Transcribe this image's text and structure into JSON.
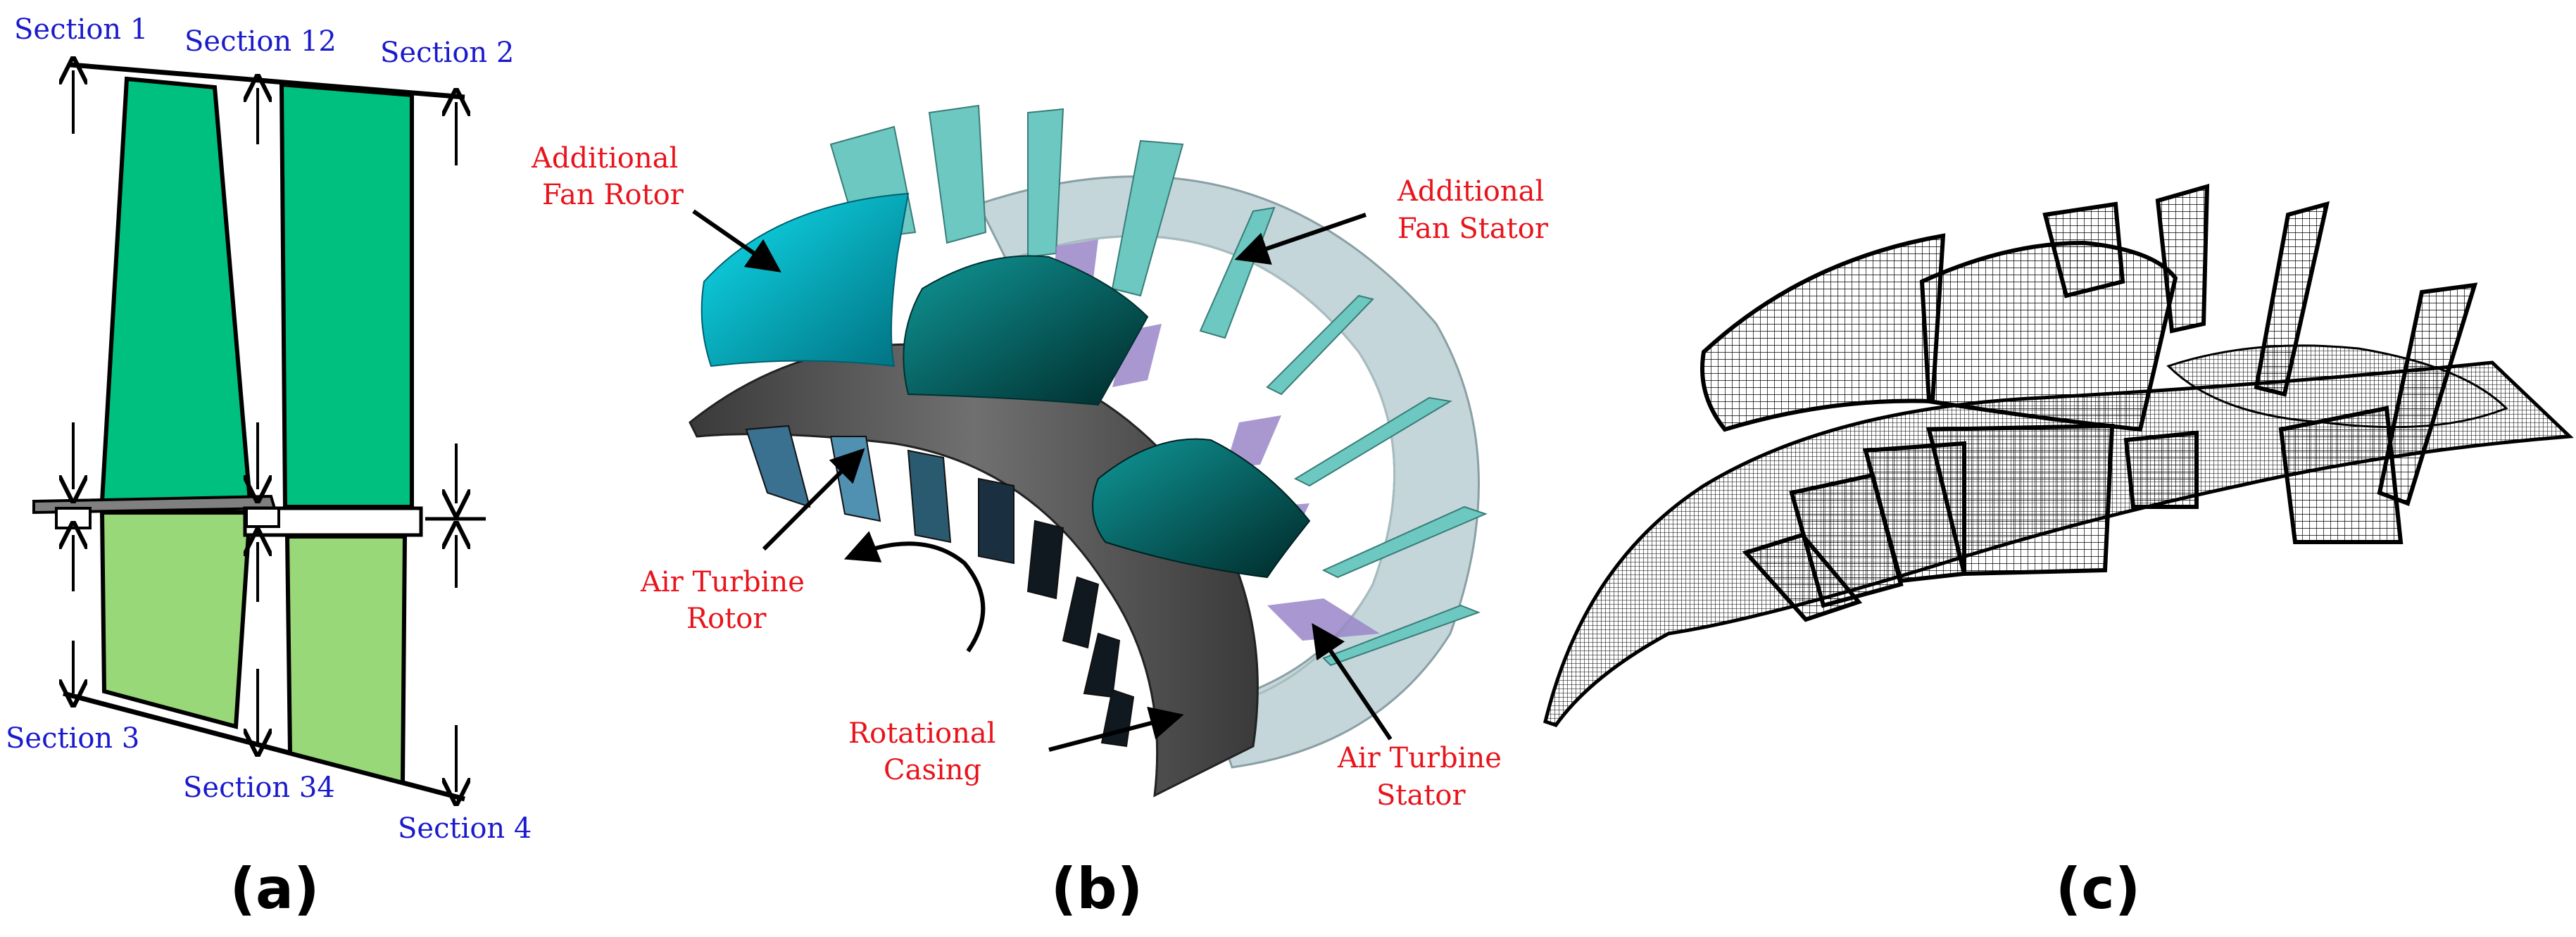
{
  "panels": {
    "a": {
      "caption": "(a)",
      "sections": {
        "s1": "Section 1",
        "s12": "Section 12",
        "s2": "Section 2",
        "s3": "Section 3",
        "s34": "Section 34",
        "s4": "Section 4"
      },
      "colors": {
        "upper_blade": "#00c080",
        "lower_blade": "#98d878",
        "hub": "#808080"
      }
    },
    "b": {
      "caption": "(b)",
      "labels": {
        "fan_rotor_1": "Additional",
        "fan_rotor_2": "Fan Rotor",
        "fan_stator_1": "Additional",
        "fan_stator_2": "Fan Stator",
        "turbine_rotor_1": "Air Turbine",
        "turbine_rotor_2": "Rotor",
        "casing_1": "Rotational",
        "casing_2": "Casing",
        "turbine_stator_1": "Air Turbine",
        "turbine_stator_2": "Stator"
      },
      "colors": {
        "fan_blade": "#00c8d8",
        "stator_blade": "#6cc8c0",
        "casing": "#c0d4d8",
        "turbine_stator": "#9a86c8"
      }
    },
    "c": {
      "caption": "(c)"
    }
  }
}
